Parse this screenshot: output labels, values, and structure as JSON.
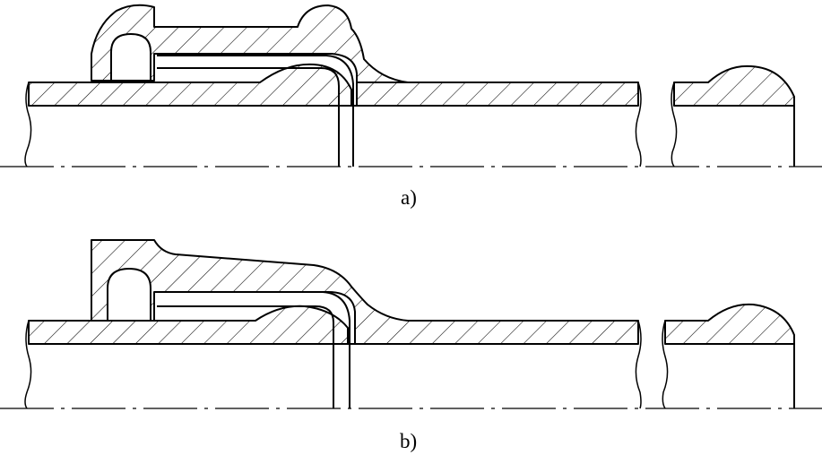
{
  "diagram": {
    "panels": [
      {
        "id": "a",
        "label": "a)"
      },
      {
        "id": "b",
        "label": "b)"
      }
    ],
    "colors": {
      "ink": "#000000",
      "paper": "#ffffff"
    }
  }
}
